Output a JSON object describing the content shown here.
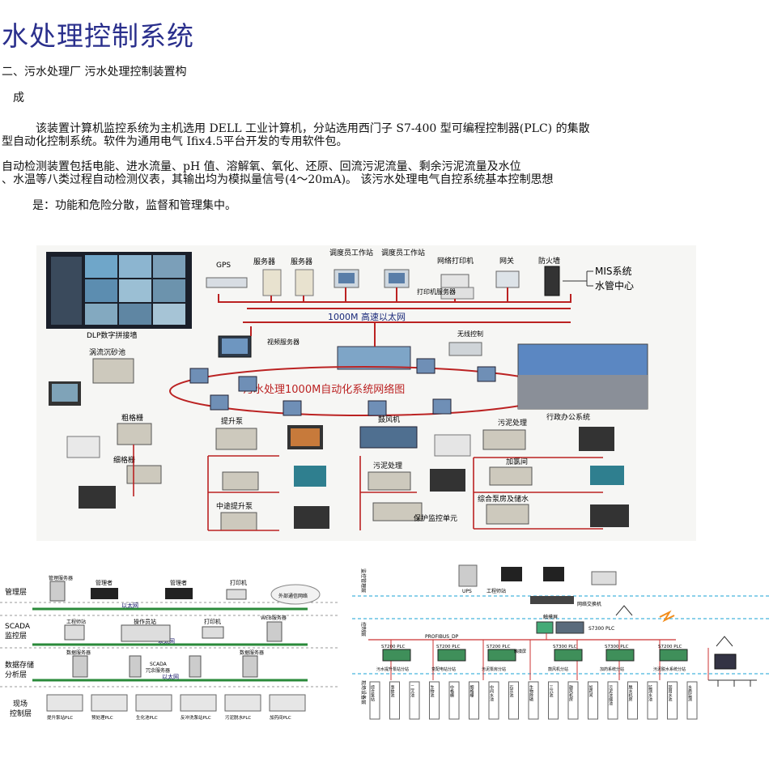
{
  "doc": {
    "title": "水处理控制系统",
    "section_heading": "二、污水处理厂 污水处理控制装置构",
    "section_heading_cont": "成",
    "para1_line1": "该装置计算机监控系统为主机选用 DELL 工业计算机，分站选用西门子 S7-400 型可编程控制器(PLC) 的集散",
    "para1_line2": "型自动化控制系统。软件为通用电气 Ifix4.5平台开发的专用软件包。",
    "para2_line1": "自动检测装置包括电能、进水流量、pH 值、溶解氧、氧化、还原、回流污泥流量、剩余污泥流量及水位",
    "para2_line2": "、水温等八类过程自动检测仪表，其输出均为模拟量信号(4～20mA)。 该污水处理电气自控系统基本控制思想",
    "para3": "是：功能和危险分散，监督和管理集中。"
  },
  "fig1": {
    "dlp_wall": "DLP数字拼接墙",
    "gps": "GPS",
    "server1": "服务器",
    "server2": "服务器",
    "dispatcher1": "调度员工作站",
    "dispatcher2": "调度员工作站",
    "net_printer": "网络打印机",
    "gateway": "网关",
    "firewall": "防火墙",
    "mis": "MIS系统",
    "water_center": "水管中心",
    "printer_server": "打印机服务器",
    "backbone": "1000M 高速以太网",
    "video_server": "视频服务器",
    "wireless": "无线控制",
    "grit": "涡流沉砂池",
    "ring_label": "污水处理1000M自动化系统网络图",
    "office": "行政办公系统",
    "coarse_screen": "粗格栅",
    "fine_screen": "细格栅",
    "lift_pump": "提升泵",
    "blower": "鼓风机",
    "sludge_treat": "污泥处理",
    "sludge_treat2": "污泥处理",
    "dosing": "加氯间",
    "mid_lift": "中途提升泵",
    "combined": "综合泵房及储水",
    "protect": "保护监控单元"
  },
  "fig2": {
    "layer_mgmt": "管理层",
    "layer_scada1": "SCADA",
    "layer_scada2": "监控层",
    "layer_store1": "数据存储",
    "layer_store2": "分析层",
    "layer_field1": "现场",
    "layer_field2": "控制层",
    "mgmt_server": "管理服务器",
    "manager1": "管理者",
    "manager2": "管理者",
    "printer": "打印机",
    "ext_net": "外部通信网络",
    "eth1": "以太网",
    "eng_station": "工程师站",
    "op_station": "操作员站",
    "printer2": "打印机",
    "web_server": "WEB服务器",
    "eth2": "以太网",
    "data_server1": "数据服务器",
    "scada_server1": "SCADA",
    "scada_server2": "冗余服务器",
    "data_server2": "数据服务器",
    "eth3": "以太网",
    "plc": [
      "提升泵站PLC",
      "预处理PLC",
      "生化池PLC",
      "反冲洗泵站PLC",
      "污泥脱水PLC",
      "加药间PLC"
    ]
  },
  "fig3": {
    "layer_monitor": "监控管理层",
    "layer_control": "控制层",
    "layer_field": "现场设备层",
    "ups": "UPS",
    "eng_station": "工程师站",
    "switch": "网络交换机",
    "touch1": "触摸屏",
    "s7300_main": "S7300 PLC",
    "profibus": "PROFIBUS_DP",
    "plcs": [
      "S7200 PLC",
      "S7200 PLC",
      "S7200 PLC",
      "S7300 PLC",
      "S7300 PLC",
      "S7200 PLC"
    ],
    "touch2": "触摸屏",
    "substations": [
      "污水提升泵站分站",
      "变配电站分站",
      "污泥泵房分站",
      "鼓风机分站",
      "加药系统分站",
      "污泥脱水系统分站"
    ],
    "field_items": [
      "综合泵站",
      "事故池",
      "二沉池",
      "生物池",
      "中格栅",
      "细格栅",
      "中间水池",
      "石灰池",
      "生物除磷",
      "三沉池",
      "鼓风机房",
      "加药间",
      "污泥浓缩池",
      "脱水机房",
      "监测水池",
      "回用水池",
      "水质监测"
    ]
  }
}
